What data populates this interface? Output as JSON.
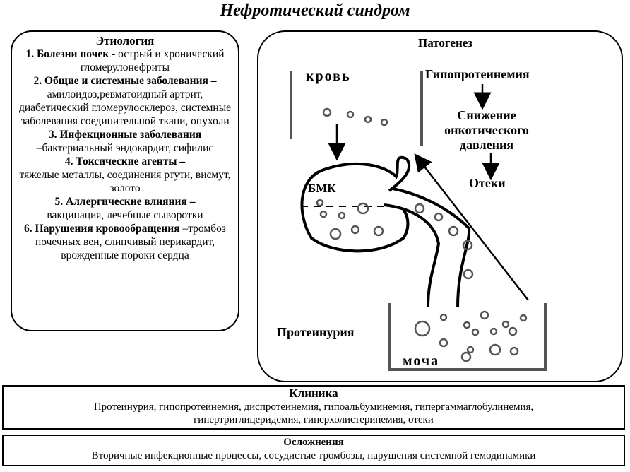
{
  "title": "Нефротический синдром",
  "etiology": {
    "heading": "Этиология",
    "items": [
      {
        "head": "1. Болезни почек",
        "text": " - острый и хронический гломерулонефриты"
      },
      {
        "head": "2. Общие и системные заболевания –",
        "text": "амилоидоз,ревматоидный артрит, диабетический гломерулосклероз, системные заболевания соединительной ткани, опухоли"
      },
      {
        "head": "3. Инфекционные заболевания",
        "text": "–бактериальный эндокардит, сифилис"
      },
      {
        "head": "4. Токсические агенты –",
        "text": "тяжелые металлы, соединения ртути, висмут, золото"
      },
      {
        "head": "5. Аллергические влияния –",
        "text": "вакцинация, лечебные сыворотки"
      },
      {
        "head": "6. Нарушения кровообращения",
        "text": " –тромбоз почечных вен, слипчивый перикардит, врожденные пороки сердца"
      }
    ]
  },
  "pathogenesis": {
    "heading": "Патогенез",
    "blood": "кровь",
    "bmk": "БМК",
    "hypo": "Гипопротеинемия",
    "decrease_1": "Снижение",
    "decrease_2": "онкотического",
    "decrease_3": "давления",
    "edema": "Отеки",
    "proteinuria": "Протеинурия",
    "urine": "моча"
  },
  "clinic": {
    "heading": "Клиника",
    "text_1": "Протеинурия, гипопротеинемия, диспротеинемия, гипоальбуминемия, гипергаммаглобулинемия,",
    "text_2": "гипертриглицеридемия, гиперхолистеринемия, отеки"
  },
  "complications": {
    "heading": "Осложнения",
    "text": "Вторичные инфекционные процессы, сосудистые тромбозы, нарушения системной гемодинамики"
  }
}
